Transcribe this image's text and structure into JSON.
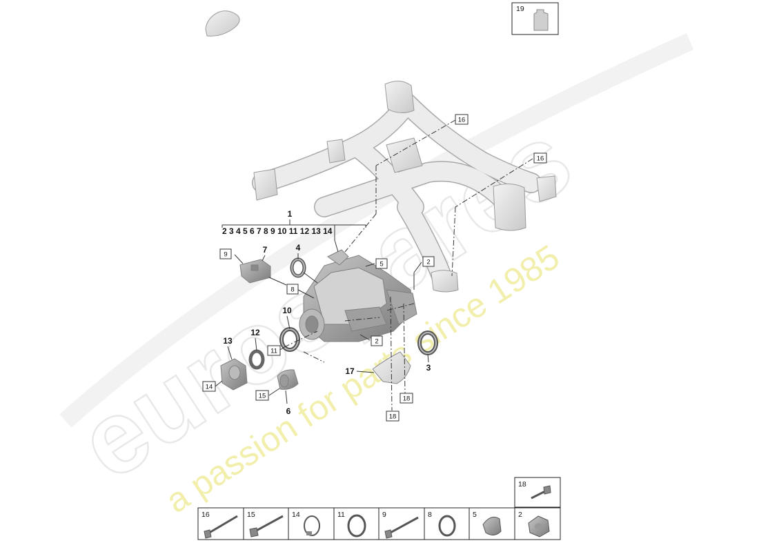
{
  "watermark": {
    "brand": "eurospares",
    "tagline": "a passion for parts since 1985"
  },
  "header": {
    "top_right_ref": "19"
  },
  "group_label": {
    "main": "1",
    "subs": "2 3 4 5 6 7 8 9 10 11 12 13 14"
  },
  "callouts": {
    "c2a": "2",
    "c2b": "2",
    "c3": "3",
    "c4": "4",
    "c5": "5",
    "c6": "6",
    "c7": "7",
    "c8": "8",
    "c9": "9",
    "c10": "10",
    "c11": "11",
    "c12": "12",
    "c13": "13",
    "c14": "14",
    "c15": "15",
    "c16a": "16",
    "c16b": "16",
    "c17": "17",
    "c18a": "18",
    "c18b": "18"
  },
  "parts_strip": {
    "top": "18",
    "items": [
      "16",
      "15",
      "14",
      "11",
      "9",
      "8",
      "5",
      "2"
    ]
  },
  "colors": {
    "part_fill": "#e6e6e6",
    "part_stroke": "#9a9a9a",
    "line": "#333333",
    "watermark_gray": "#d6d6d6",
    "watermark_yellow": "#e8e26a"
  }
}
